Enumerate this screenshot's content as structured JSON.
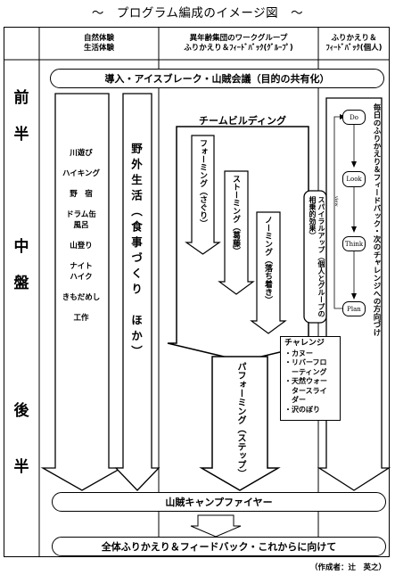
{
  "title": "〜　プログラム編成のイメージ図　〜",
  "columns": {
    "nature": [
      "自然体験",
      "生活体験"
    ],
    "group": [
      "異年齢集団のワークグループ",
      "ふりかえり＆ﾌｨｰﾄﾞﾊﾞｯｸ(ｸﾞﾙｰﾌﾟ)"
    ],
    "individual": [
      "ふりかえり＆",
      "ﾌｨｰﾄﾞﾊﾞｯｸ(個人)"
    ]
  },
  "phases": {
    "first": [
      "前",
      "半"
    ],
    "middle": [
      "中",
      "盤"
    ],
    "late": [
      "後",
      "半"
    ]
  },
  "top_bar": "導入・アイスブレーク・山賊会議（目的の共有化）",
  "activities": [
    "川遊び",
    "ハイキング",
    "野　宿",
    "ドラム缶",
    "風呂",
    "山登り",
    "ナイト",
    "ハイク",
    "きもだめし",
    "工作"
  ],
  "outdoor_life": "野外生活（食事づくり　ほか）",
  "team_building": "チームビルディング",
  "stages": {
    "forming": "フォーミング（さぐり）",
    "storming": "ストーミング（葛藤）",
    "norming": "ノーミング（落ち着き）",
    "performing": "パフォーミング（ステップ）"
  },
  "spiral": "スパイラルアップ（個人とグループの相乗的効果）",
  "cycle": {
    "do": "Do",
    "look": "Look",
    "think": "Think",
    "plan": "Plan",
    "view": "view"
  },
  "daily_reflection": "毎日のふりかえり＆フィードバック・次のチャレンジへの方向づけ",
  "challenge": {
    "heading": "チャレンジ",
    "items": [
      "・カヌー",
      "・リバーフロ",
      "　ーティング",
      "・天然ウォー",
      "　タースライ",
      "　ダー",
      "・沢のぼり"
    ]
  },
  "campfire": "山賊キャンプファイヤー",
  "bottom_bar": "全体ふりかえり＆フィードバック・これからに向けて",
  "credit": "（作成者：辻　英之）"
}
